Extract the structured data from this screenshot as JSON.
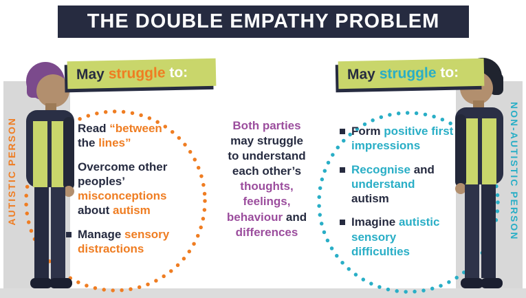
{
  "colors": {
    "navy": "#262b40",
    "orange": "#ef7d22",
    "teal": "#29aec6",
    "purple": "#9b4d9d",
    "banner_green": "#c9d66b",
    "panel_gray": "#d8d8d8"
  },
  "header": {
    "title": "THE DOUBLE EMPATHY PROBLEM"
  },
  "left": {
    "side_label": "AUTISTIC PERSON",
    "banner": {
      "segments": [
        {
          "t": "May ",
          "c": "navy"
        },
        {
          "t": "struggle ",
          "c": "orange"
        },
        {
          "t": "to:",
          "c": "white"
        }
      ]
    },
    "bullets": [
      {
        "segments": [
          {
            "t": "Read ",
            "c": "navy"
          },
          {
            "t": "“between",
            "c": "orange"
          },
          {
            "t": "\nthe ",
            "c": "navy"
          },
          {
            "t": "lines”",
            "c": "orange"
          }
        ]
      },
      {
        "segments": [
          {
            "t": "Overcome other\npeoples’\n",
            "c": "navy"
          },
          {
            "t": "misconceptions\n",
            "c": "orange"
          },
          {
            "t": "about ",
            "c": "navy"
          },
          {
            "t": "autism",
            "c": "orange"
          }
        ]
      },
      {
        "segments": [
          {
            "t": "Manage ",
            "c": "navy"
          },
          {
            "t": "sensory\ndistractions",
            "c": "orange"
          }
        ]
      }
    ]
  },
  "right": {
    "side_label": "NON-AUTISTIC PERSON",
    "banner": {
      "segments": [
        {
          "t": "May ",
          "c": "navy"
        },
        {
          "t": "struggle ",
          "c": "teal"
        },
        {
          "t": "to:",
          "c": "white"
        }
      ]
    },
    "bullets": [
      {
        "segments": [
          {
            "t": "Form ",
            "c": "navy"
          },
          {
            "t": "positive first\nimpressions",
            "c": "teal"
          }
        ]
      },
      {
        "segments": [
          {
            "t": "Recognise ",
            "c": "teal"
          },
          {
            "t": "and\n",
            "c": "navy"
          },
          {
            "t": "understand\n",
            "c": "teal"
          },
          {
            "t": "autism",
            "c": "navy"
          }
        ]
      },
      {
        "segments": [
          {
            "t": "Imagine ",
            "c": "navy"
          },
          {
            "t": "autistic\nsensory\ndifficulties",
            "c": "teal"
          }
        ]
      }
    ]
  },
  "center": {
    "segments": [
      {
        "t": "Both parties\n",
        "c": "purple"
      },
      {
        "t": "may struggle\nto understand\neach other’s\n",
        "c": "navy"
      },
      {
        "t": "thoughts,\nfeelings,\nbehaviour ",
        "c": "purple"
      },
      {
        "t": "and\n",
        "c": "navy"
      },
      {
        "t": "differences",
        "c": "purple"
      }
    ]
  }
}
